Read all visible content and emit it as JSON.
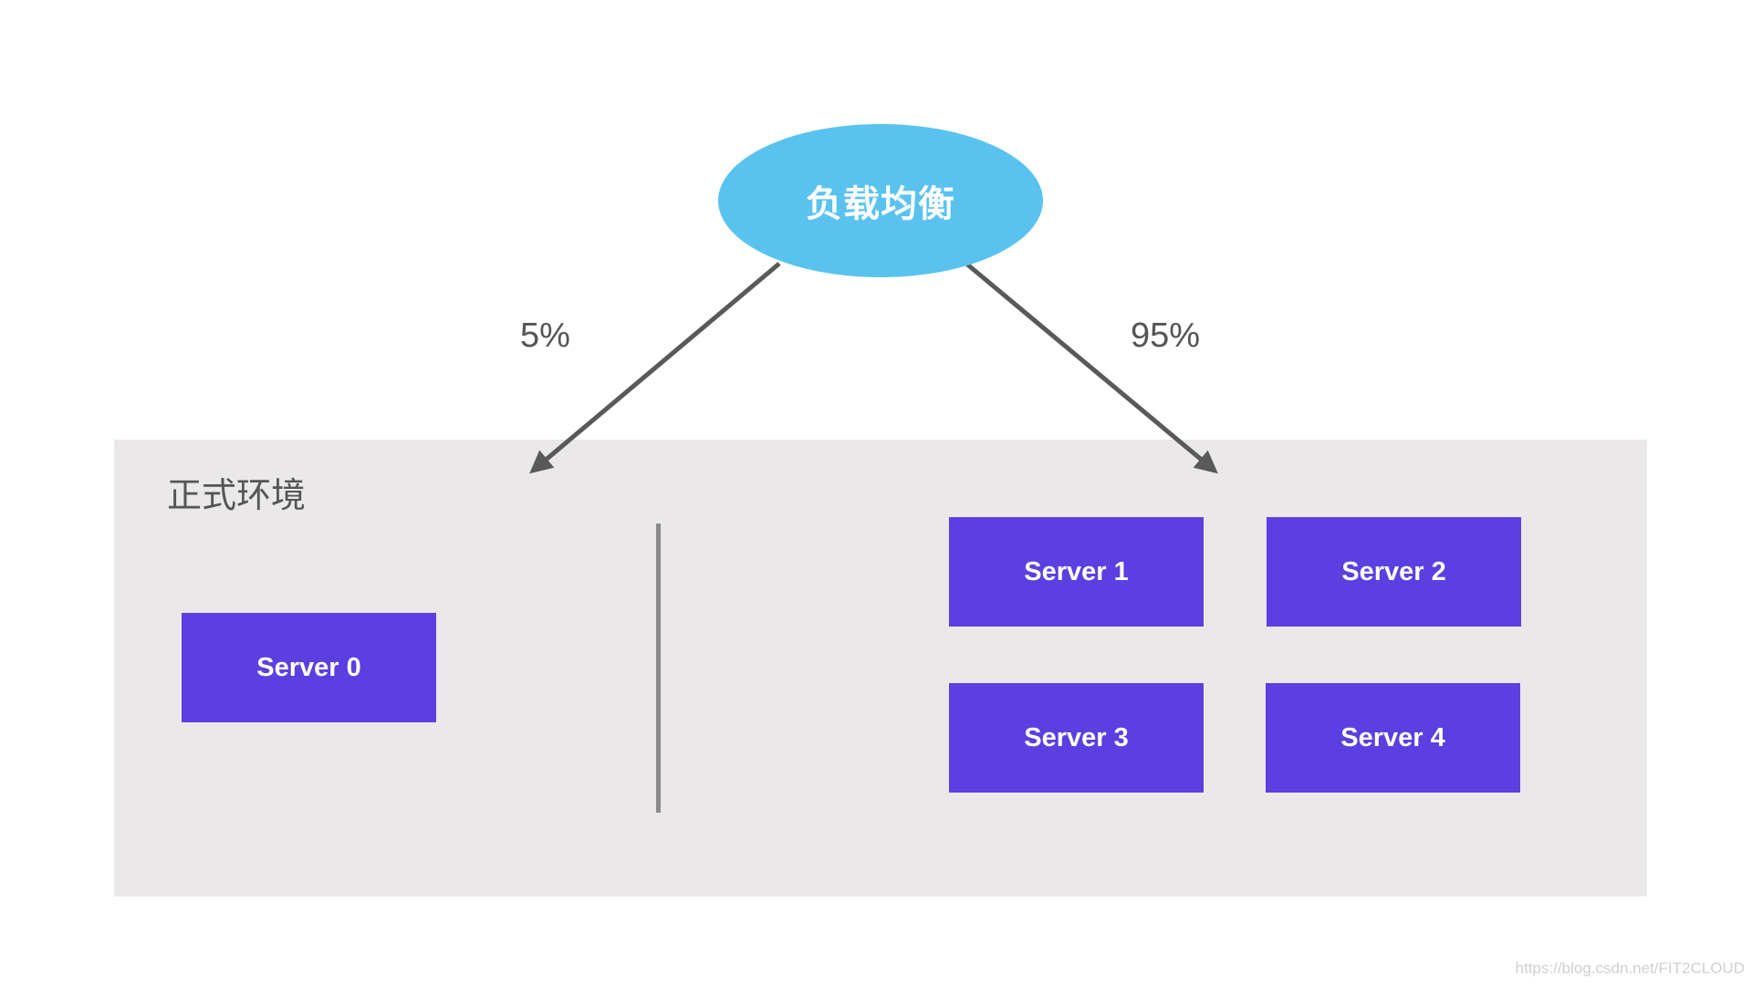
{
  "load_balancer": {
    "label": "负载均衡"
  },
  "edges": {
    "left_percent": "5%",
    "right_percent": "95%"
  },
  "environment": {
    "title": "正式环境",
    "servers": [
      {
        "label": "Server 0"
      },
      {
        "label": "Server 1"
      },
      {
        "label": "Server 2"
      },
      {
        "label": "Server 3"
      },
      {
        "label": "Server 4"
      }
    ]
  },
  "watermark": "https://blog.csdn.net/FIT2CLOUD",
  "colors": {
    "load_balancer": "#5ac2ee",
    "server": "#5b3fe0",
    "panel": "#eae8e9",
    "arrow": "#595959",
    "text": "#555555"
  }
}
